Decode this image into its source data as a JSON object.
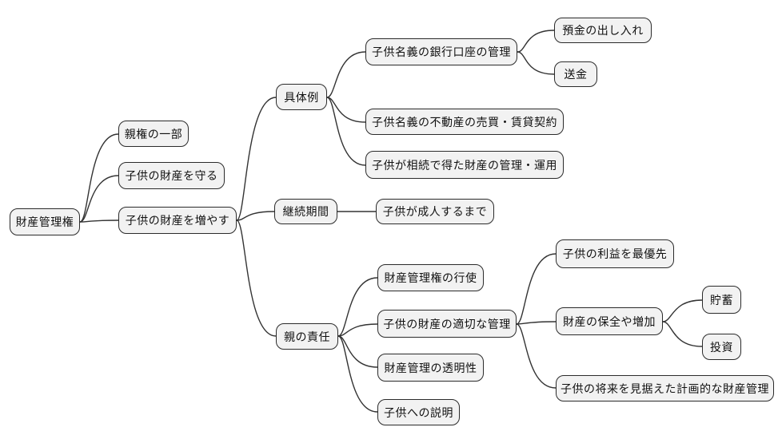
{
  "diagram_type": "mindmap",
  "colors": {
    "background": "#ffffff",
    "node_fill": "#f2f2f2",
    "node_border": "#2b2b2b",
    "edge": "#333333",
    "text": "#111111"
  },
  "nodes": [
    {
      "id": "root",
      "label": "財産管理権"
    },
    {
      "id": "parental-authority-part",
      "label": "親権の一部"
    },
    {
      "id": "protect-child-assets",
      "label": "子供の財産を守る"
    },
    {
      "id": "increase-child-assets",
      "label": "子供の財産を増やす"
    },
    {
      "id": "concrete-examples",
      "label": "具体例"
    },
    {
      "id": "bank-account-management",
      "label": "子供名義の銀行口座の管理"
    },
    {
      "id": "deposit-withdrawal",
      "label": "預金の出し入れ"
    },
    {
      "id": "remittance",
      "label": "送金"
    },
    {
      "id": "real-estate-contracts",
      "label": "子供名義の不動産の売買・賃貸契約"
    },
    {
      "id": "inherited-assets-management",
      "label": "子供が相続で得た財産の管理・運用"
    },
    {
      "id": "duration",
      "label": "継続期間"
    },
    {
      "id": "until-adulthood",
      "label": "子供が成人するまで"
    },
    {
      "id": "parental-responsibility",
      "label": "親の責任"
    },
    {
      "id": "exercise-of-right",
      "label": "財産管理権の行使"
    },
    {
      "id": "proper-asset-management",
      "label": "子供の財産の適切な管理"
    },
    {
      "id": "management-transparency",
      "label": "財産管理の透明性"
    },
    {
      "id": "explanation-to-child",
      "label": "子供への説明"
    },
    {
      "id": "child-interest-first",
      "label": "子供の利益を最優先"
    },
    {
      "id": "preserve-increase-assets",
      "label": "財産の保全や増加"
    },
    {
      "id": "savings",
      "label": "貯蓄"
    },
    {
      "id": "investment",
      "label": "投資"
    },
    {
      "id": "planned-future-management",
      "label": "子供の将来を見据えた計画的な財産管理"
    }
  ],
  "edges": [
    [
      "root",
      "parental-authority-part"
    ],
    [
      "root",
      "protect-child-assets"
    ],
    [
      "root",
      "increase-child-assets"
    ],
    [
      "increase-child-assets",
      "concrete-examples"
    ],
    [
      "increase-child-assets",
      "duration"
    ],
    [
      "increase-child-assets",
      "parental-responsibility"
    ],
    [
      "concrete-examples",
      "bank-account-management"
    ],
    [
      "concrete-examples",
      "real-estate-contracts"
    ],
    [
      "concrete-examples",
      "inherited-assets-management"
    ],
    [
      "bank-account-management",
      "deposit-withdrawal"
    ],
    [
      "bank-account-management",
      "remittance"
    ],
    [
      "duration",
      "until-adulthood"
    ],
    [
      "parental-responsibility",
      "exercise-of-right"
    ],
    [
      "parental-responsibility",
      "proper-asset-management"
    ],
    [
      "parental-responsibility",
      "management-transparency"
    ],
    [
      "parental-responsibility",
      "explanation-to-child"
    ],
    [
      "proper-asset-management",
      "child-interest-first"
    ],
    [
      "proper-asset-management",
      "preserve-increase-assets"
    ],
    [
      "proper-asset-management",
      "planned-future-management"
    ],
    [
      "preserve-increase-assets",
      "savings"
    ],
    [
      "preserve-increase-assets",
      "investment"
    ]
  ]
}
